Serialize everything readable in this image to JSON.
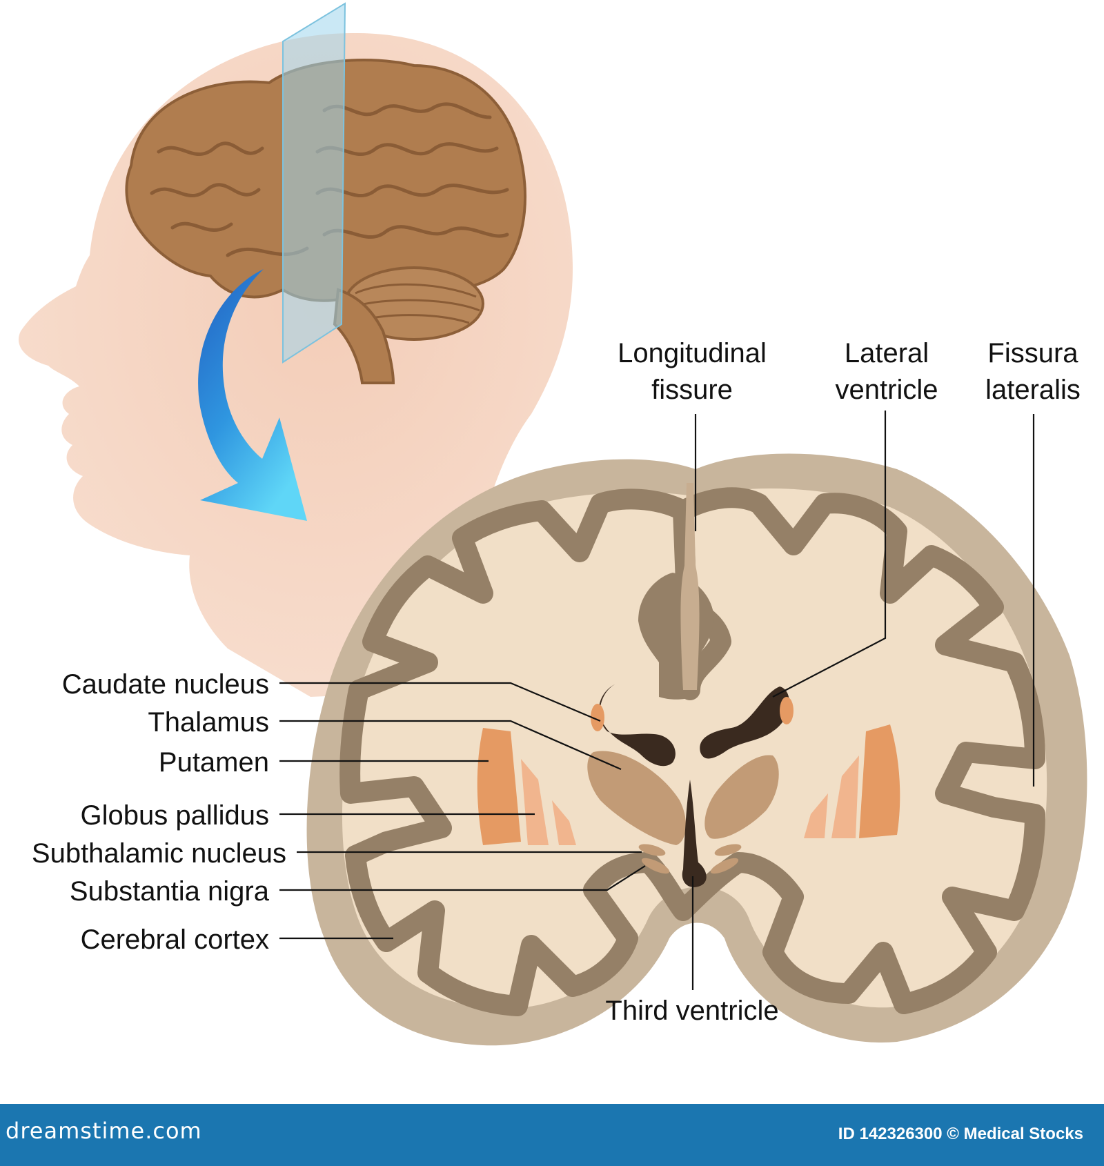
{
  "labels": {
    "longitudinal_fissure": [
      "Longitudinal",
      "fissure"
    ],
    "lateral_ventricle": [
      "Lateral",
      "ventricle"
    ],
    "fissura_lateralis": [
      "Fissura",
      "lateralis"
    ],
    "caudate_nucleus": "Caudate nucleus",
    "thalamus": "Thalamus",
    "putamen": "Putamen",
    "globus_pallidus": "Globus pallidus",
    "subthalamic_nucleus": "Subthalamic nucleus",
    "substantia_nigra": "Substantia nigra",
    "cerebral_cortex": "Cerebral cortex",
    "third_ventricle": "Third ventricle"
  },
  "footer": {
    "brand": "dreamstime.com",
    "credit": "ID 142326300 © Medical Stocks"
  },
  "colors": {
    "skin": "#f6d6c4",
    "brain": "#b07d4f",
    "cortex_gray": "#958067",
    "white_matter": "#f1dfc7",
    "ventricle": "#3a2a1f",
    "putamen": "#e59a63",
    "globus_pallidus": "#f1b58e",
    "thalamus": "#c29b76",
    "plane": "#9fd6ec",
    "arrow": "#2d8ad8",
    "footer": "#1b76b0"
  }
}
